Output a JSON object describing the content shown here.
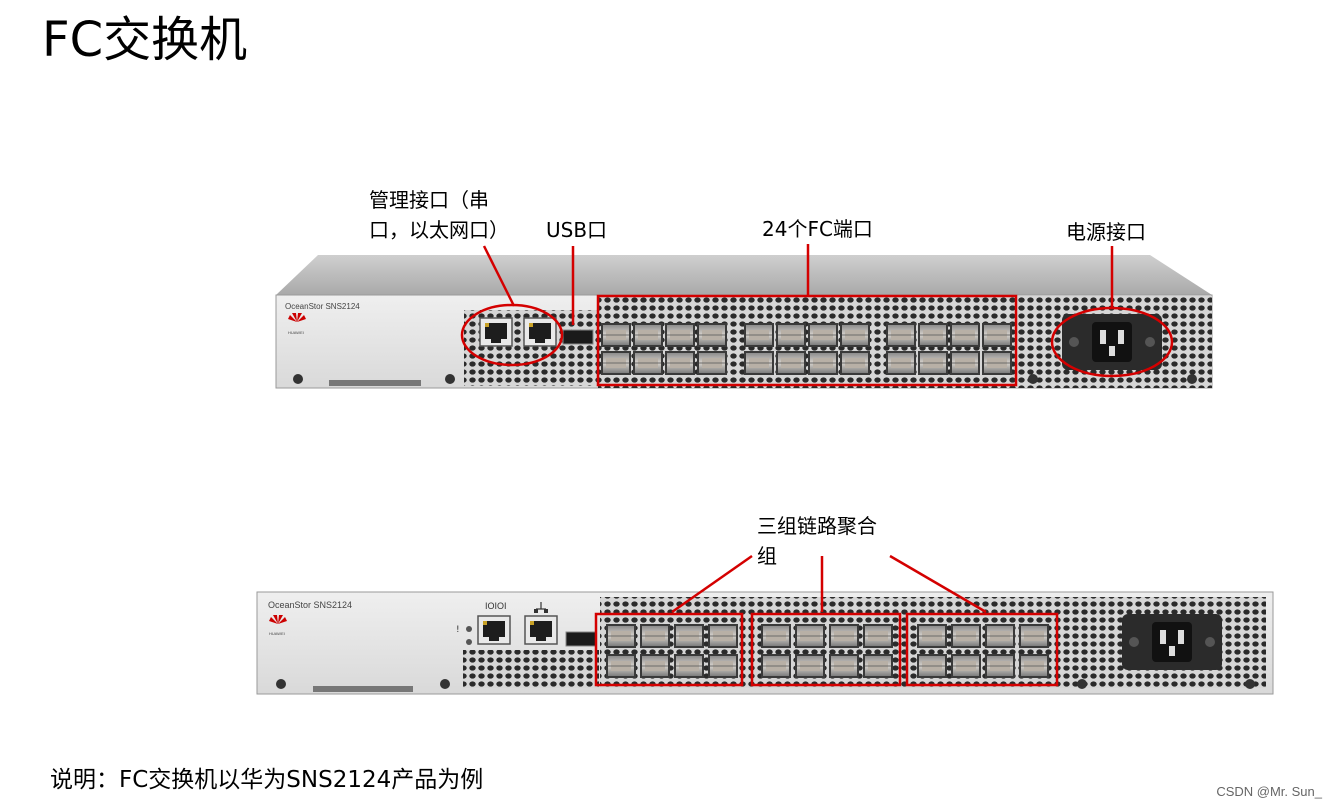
{
  "title": "FC交换机",
  "device1": {
    "model": "OceanStor SNS2124",
    "brand": "HUAWEI",
    "callouts": {
      "mgmt_line1": "管理接口（串",
      "mgmt_line2": "口，以太网口）",
      "usb": "USB口",
      "fc_ports": "24个FC端口",
      "power": "电源接口"
    }
  },
  "device2": {
    "model": "OceanStor SNS2124",
    "brand": "HUAWEI",
    "port_icons": [
      "IOIOI",
      "network-icon"
    ],
    "callouts": {
      "trunk_line1": "三组链路聚合",
      "trunk_line2": "组"
    }
  },
  "note": "说明：FC交换机以华为SNS2124产品为例",
  "watermark": "CSDN @Mr. Sun_",
  "colors": {
    "highlight": "#d40000",
    "chassis": "#e2e2e2",
    "port_fill": "#c9c9c9"
  },
  "port_groups": 3,
  "ports_per_group": 8
}
